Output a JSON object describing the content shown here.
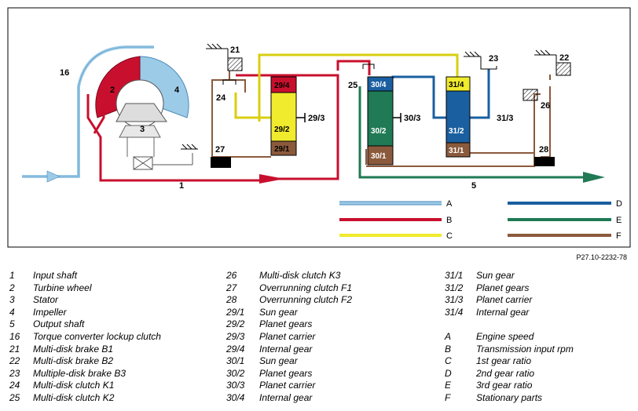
{
  "diagram": {
    "labels": {
      "l1": "1",
      "l2": "2",
      "l3": "3",
      "l4": "4",
      "l5": "5",
      "l16": "16",
      "l21": "21",
      "l22": "22",
      "l23": "23",
      "l24": "24",
      "l25": "25",
      "l26": "26",
      "l27": "27",
      "l28": "28",
      "l29_3": "29/3",
      "l30_3": "30/3",
      "l31_3": "31/3"
    },
    "blocks": {
      "b29_4": "29/4",
      "b29_2": "29/2",
      "b29_1": "29/1",
      "b30_4": "30/4",
      "b30_2": "30/2",
      "b30_1": "30/1",
      "b31_4": "31/4",
      "b31_2": "31/2",
      "b31_1": "31/1"
    },
    "line_legend": [
      {
        "letter": "A",
        "color": "#9ccbe8"
      },
      {
        "letter": "B",
        "color": "#c8102e"
      },
      {
        "letter": "C",
        "color": "#f0eb2c"
      },
      {
        "letter": "D",
        "color": "#1a5fa0"
      },
      {
        "letter": "E",
        "color": "#1f7a55"
      },
      {
        "letter": "F",
        "color": "#8b5a3c"
      }
    ],
    "colors": {
      "engine": "#9ccbe8",
      "input": "#c8102e",
      "first": "#f0eb2c",
      "second": "#1a5fa0",
      "third": "#1f7a55",
      "stationary": "#8b5a3c",
      "output_green": "#1f7a55"
    }
  },
  "reference": "P27.10-2232-78",
  "legend": {
    "col1": [
      {
        "k": "1",
        "v": "Input shaft"
      },
      {
        "k": "2",
        "v": "Turbine wheel"
      },
      {
        "k": "3",
        "v": "Stator"
      },
      {
        "k": "4",
        "v": "Impeller"
      },
      {
        "k": "5",
        "v": "Output shaft"
      },
      {
        "k": "16",
        "v": "Torque converter lockup clutch"
      },
      {
        "k": "21",
        "v": "Multi-disk brake B1"
      },
      {
        "k": "22",
        "v": "Multi-disk brake B2"
      },
      {
        "k": "23",
        "v": "Multiple-disk brake B3"
      },
      {
        "k": "24",
        "v": "Multi-disk clutch K1"
      },
      {
        "k": "25",
        "v": "Multi-disk clutch K2"
      }
    ],
    "col2": [
      {
        "k": "26",
        "v": "Multi-disk clutch K3"
      },
      {
        "k": "27",
        "v": "Overrunning clutch F1"
      },
      {
        "k": "28",
        "v": "Overrunning clutch F2"
      },
      {
        "k": "29/1",
        "v": "Sun gear"
      },
      {
        "k": "29/2",
        "v": "Planet gears"
      },
      {
        "k": "29/3",
        "v": "Planet carrier"
      },
      {
        "k": "29/4",
        "v": "Internal gear"
      },
      {
        "k": "30/1",
        "v": "Sun gear"
      },
      {
        "k": "30/2",
        "v": "Planet gears"
      },
      {
        "k": "30/3",
        "v": "Planet carrier"
      },
      {
        "k": "30/4",
        "v": "Internal gear"
      }
    ],
    "col3": [
      {
        "k": "31/1",
        "v": "Sun gear"
      },
      {
        "k": "31/2",
        "v": "Planet gears"
      },
      {
        "k": "31/3",
        "v": "Planet carrier"
      },
      {
        "k": "31/4",
        "v": "Internal gear"
      },
      {
        "k": "",
        "v": ""
      },
      {
        "k": "A",
        "v": "Engine speed"
      },
      {
        "k": "B",
        "v": "Transmission input rpm"
      },
      {
        "k": "C",
        "v": "1st gear ratio"
      },
      {
        "k": "D",
        "v": "2nd gear ratio"
      },
      {
        "k": "E",
        "v": "3rd gear ratio"
      },
      {
        "k": "F",
        "v": "Stationary parts"
      }
    ]
  }
}
